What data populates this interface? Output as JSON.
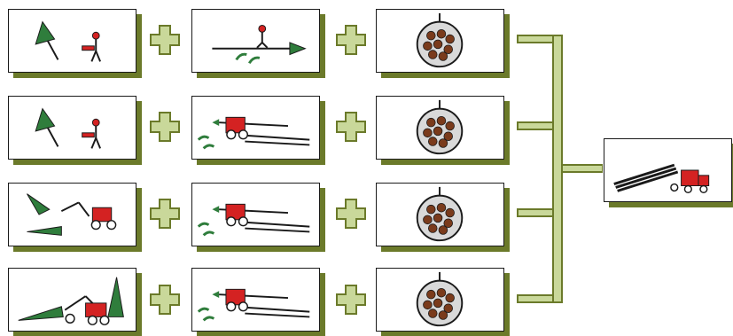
{
  "colors": {
    "tree_green": "#2f7d3c",
    "machine_red": "#d42222",
    "shadow_olive": "#6b7a2a",
    "plus_light": "#c9d89a",
    "plus_dark": "#6b7a2a",
    "log_brown": "#7a3b1c",
    "grapple_gray": "#9a9a9a"
  },
  "rows": [
    {
      "felling": "manual-chainsaw-felling",
      "processing": "manual-delimbing",
      "loading": "grapple-bundle"
    },
    {
      "felling": "manual-chainsaw-felling",
      "processing": "skidder-extraction",
      "loading": "grapple-bundle"
    },
    {
      "felling": "feller-buncher-felling",
      "processing": "skidder-extraction",
      "loading": "grapple-bundle"
    },
    {
      "felling": "harvester-felling",
      "processing": "skidder-extraction",
      "loading": "grapple-bundle"
    }
  ],
  "result": "log-truck-transport"
}
